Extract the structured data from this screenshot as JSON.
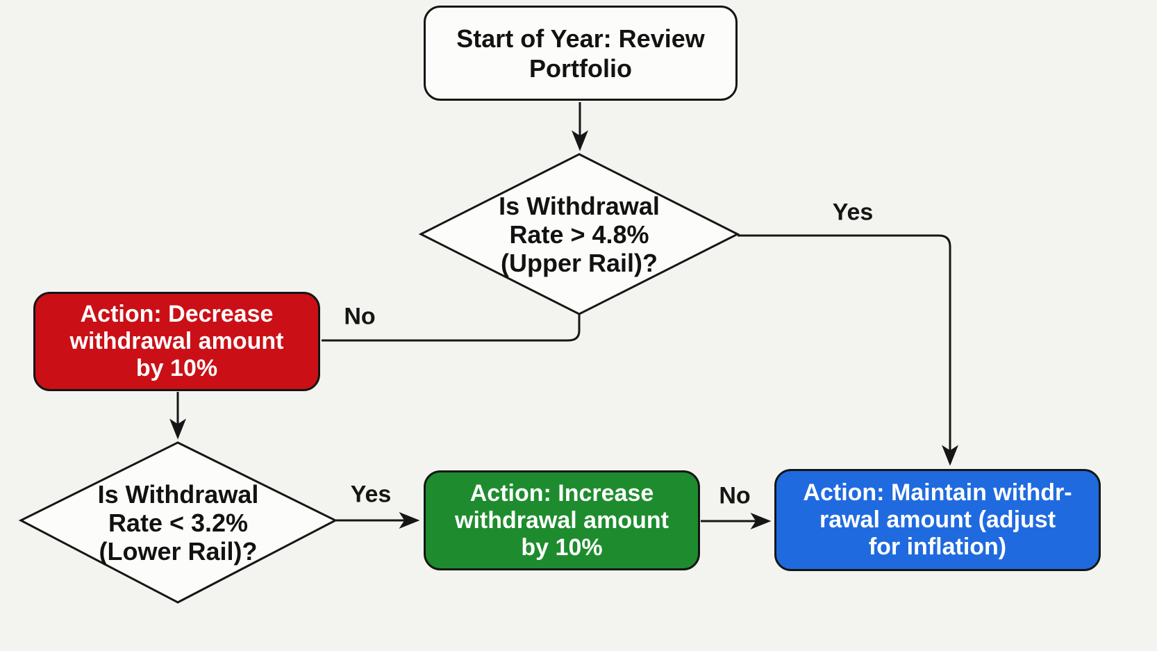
{
  "diagram": {
    "type": "flowchart",
    "nodes": {
      "start": {
        "lines": [
          "Start of Year: Review",
          "Portfolio"
        ]
      },
      "upper_rail_check": {
        "lines": [
          "Is Withdrawal",
          "Rate > 4.8%",
          "(Upper Rail)?"
        ]
      },
      "decrease": {
        "lines": [
          "Action: Decrease",
          "withdrawal amount",
          "by 10%"
        ]
      },
      "lower_rail_check": {
        "lines": [
          "Is Withdrawal",
          "Rate < 3.2%",
          "(Lower Rail)?"
        ]
      },
      "increase": {
        "lines": [
          "Action: Increase",
          "withdrawal amount",
          "by 10%"
        ]
      },
      "maintain": {
        "lines": [
          "Action: Maintain withdr-",
          "rawal amount (adjust",
          "for inflation)"
        ]
      }
    },
    "edges": {
      "upper_yes": {
        "label": "Yes"
      },
      "upper_no": {
        "label": "No"
      },
      "lower_yes": {
        "label": "Yes"
      },
      "lower_no": {
        "label": "No"
      }
    },
    "colors": {
      "background": "#F3F3EF",
      "node_fill": "#FCFCFA",
      "line": "#161616",
      "decrease_fill": "#CA1016",
      "increase_fill": "#1E8C2E",
      "maintain_fill": "#1F6ADF",
      "action_text": "#FFFFFF",
      "text": "#121212"
    }
  }
}
